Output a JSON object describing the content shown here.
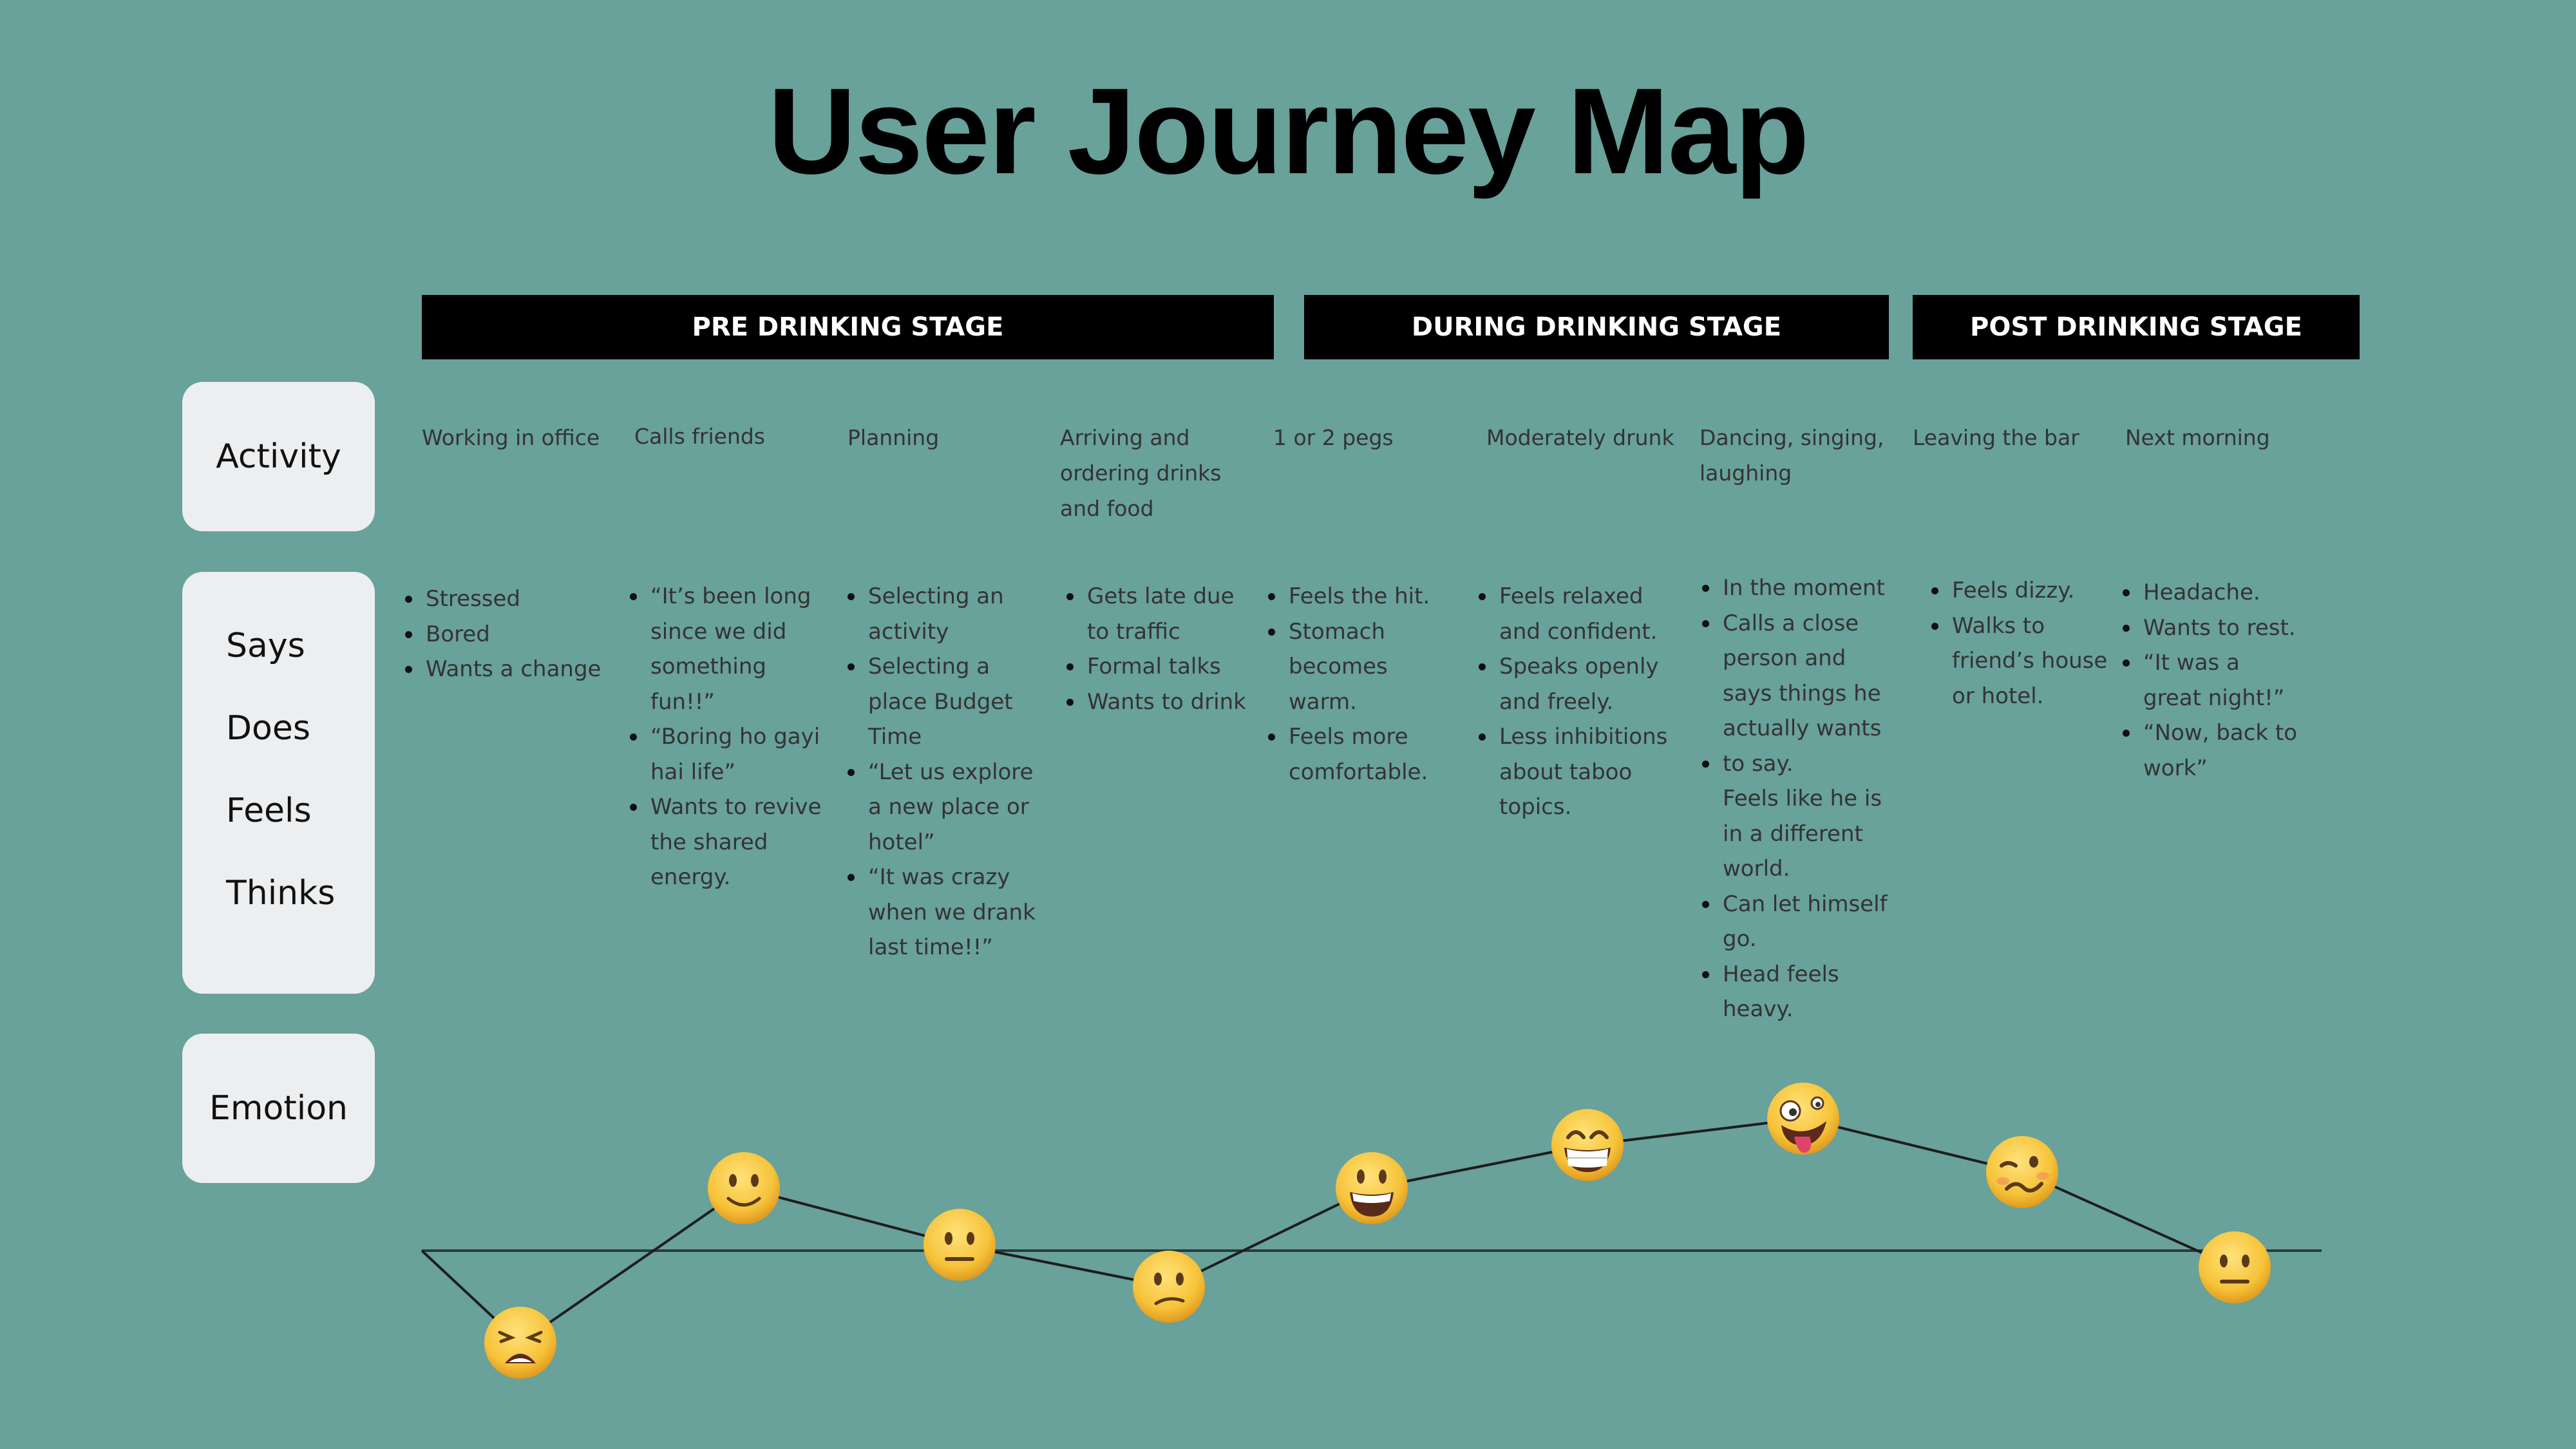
{
  "title": "User Journey Map",
  "stages": [
    "PRE DRINKING STAGE",
    "DURING DRINKING STAGE",
    "POST DRINKING STAGE"
  ],
  "row_labels": {
    "activity": "Activity",
    "says": "Says",
    "does": "Does",
    "feels": "Feels",
    "thinks": "Thinks",
    "emotion": "Emotion"
  },
  "activities": [
    "Working in office",
    "Calls friends",
    "Planning",
    "Arriving and ordering drinks and food",
    "1 or 2 pegs",
    "Moderately drunk",
    "Dancing, singing, laughing",
    "Leaving the bar",
    "Next morning"
  ],
  "details": [
    [
      "Stressed",
      "Bored",
      "Wants a change"
    ],
    [
      "“It’s been long since we did something fun!!”",
      "“Boring ho gayi hai life”",
      "Wants to revive the shared energy."
    ],
    [
      "Selecting an activity",
      "Selecting a place Budget Time",
      "“Let us explore a new place or hotel”",
      "“It was crazy when we drank last time!!”"
    ],
    [
      "Gets late due to traffic",
      "Formal talks",
      "Wants to drink"
    ],
    [
      "Feels the hit.",
      "Stomach becomes warm.",
      "Feels more comfortable."
    ],
    [
      "Feels relaxed and confident.",
      "Speaks openly and freely.",
      "Less inhibitions about taboo topics."
    ],
    [
      "In the moment",
      "Calls a close person and says things he actually wants",
      "to say.",
      "Feels like he is in a different world.",
      "Can let himself go.",
      "Head feels heavy."
    ],
    [
      "Feels dizzy.",
      "Walks to friend’s house or hotel."
    ],
    [
      "Headache.",
      "Wants to rest.",
      "“It was a great night!”",
      "“Now, back to work”"
    ]
  ],
  "emotion_icons": [
    "weary-face-icon",
    "slightly-smiling-face-icon",
    "neutral-face-icon",
    "confused-face-icon",
    "grinning-face-icon",
    "beaming-face-icon",
    "zany-face-icon",
    "woozy-face-icon",
    "neutral-face-icon"
  ],
  "colors": {
    "background": "#69a19b",
    "stage_bar": "#000000",
    "label_box": "#eceef0",
    "emoji_yellow": "#f6c33a"
  }
}
